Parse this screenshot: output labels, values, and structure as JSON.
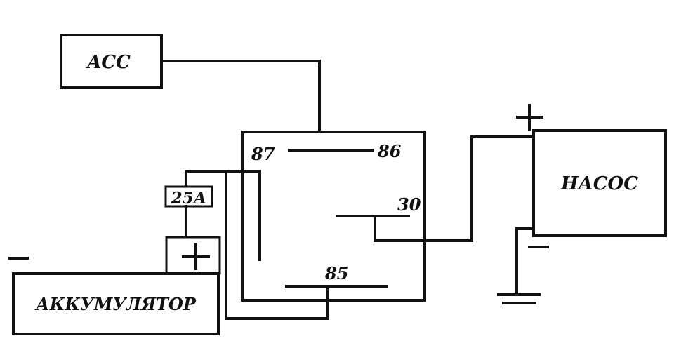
{
  "blocks": {
    "acc": "ACC",
    "pump": "НАСОС",
    "battery": "АККУМУЛЯТОР",
    "fuse": "25А"
  },
  "relay_pins": {
    "p86": "86",
    "p87": "87",
    "p30": "30",
    "p85": "85"
  },
  "signs": {
    "plus": "+",
    "minus": "−"
  }
}
